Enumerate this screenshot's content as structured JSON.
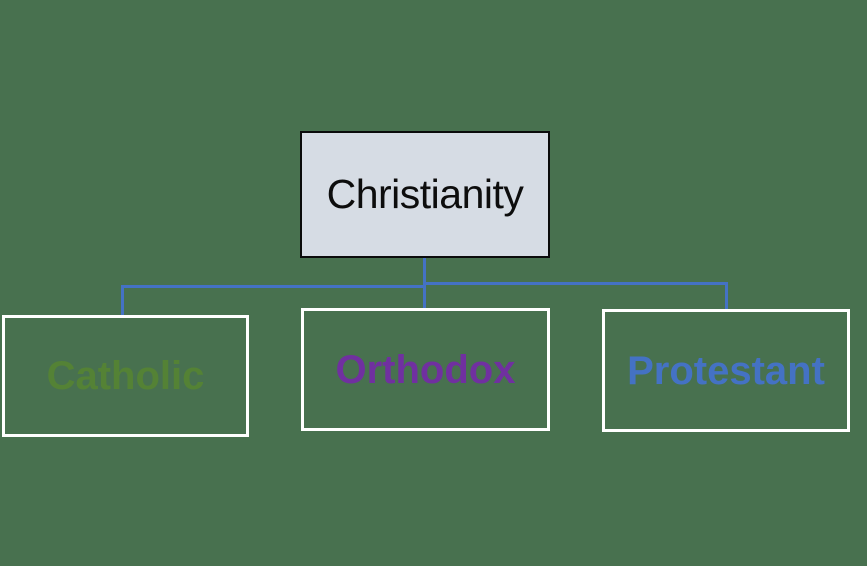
{
  "canvas": {
    "background_color": "#48714F"
  },
  "diagram": {
    "type": "hierarchy",
    "root_node": {
      "label": "Christianity",
      "fill_color": "#D6DCE4",
      "border_color": "#0B0B0B",
      "text_color": "#0D0D0D"
    },
    "children": [
      {
        "label": "Catholic",
        "fill_color": "transparent",
        "border_color": "#FFFFFF",
        "text_color": "#548235"
      },
      {
        "label": "Orthodox",
        "fill_color": "transparent",
        "border_color": "#FFFFFF",
        "text_color": "#7030A0"
      },
      {
        "label": "Protestant",
        "fill_color": "transparent",
        "border_color": "#FFFFFF",
        "text_color": "#4472C4"
      }
    ],
    "connector_color": "#4472C4"
  }
}
